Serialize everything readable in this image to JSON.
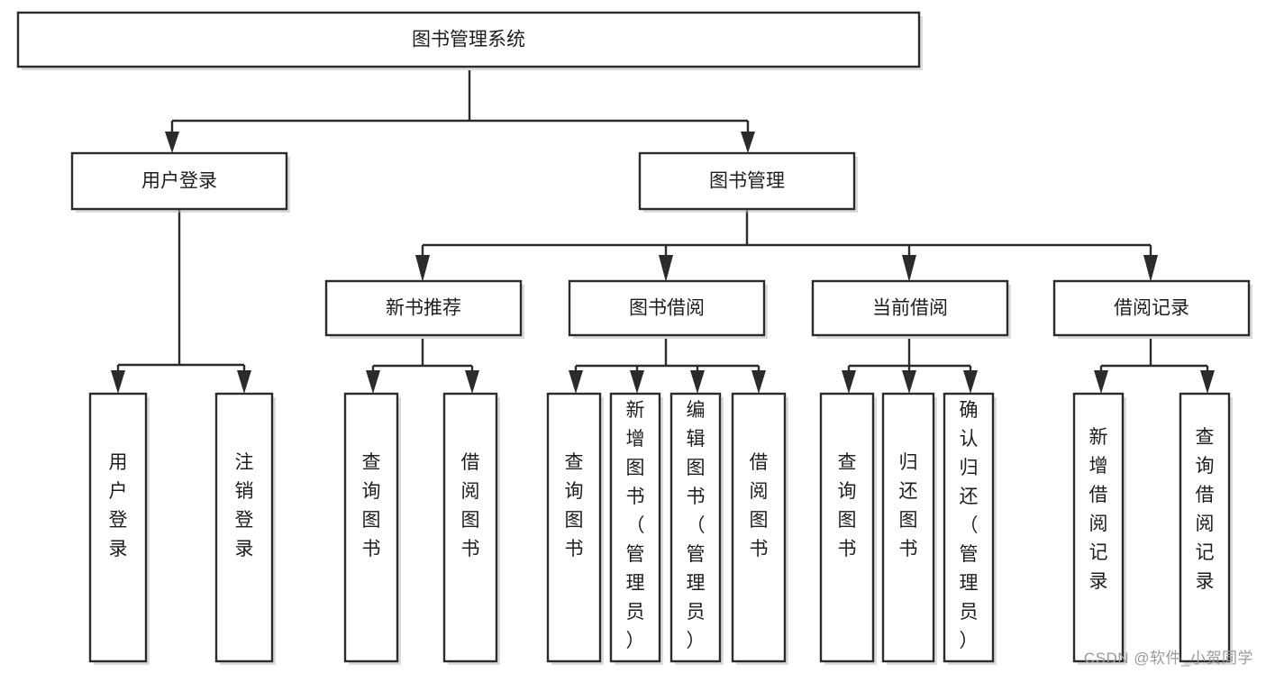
{
  "diagram": {
    "title": "图书管理系统",
    "type": "tree",
    "orientation": "top-down",
    "watermark": "CSDN @软件_小贺同学",
    "colors": {
      "box_stroke": "#2b2b2b",
      "box_fill": "#ffffff",
      "edge": "#2b2b2b",
      "background": "#ffffff",
      "watermark": "#9a9a9a"
    },
    "levels": [
      {
        "level": 1,
        "nodes": [
          {
            "id": "root",
            "label": "图书管理系统",
            "orientation": "horizontal"
          }
        ]
      },
      {
        "level": 2,
        "nodes": [
          {
            "id": "login",
            "label": "用户登录",
            "parent": "root",
            "orientation": "horizontal"
          },
          {
            "id": "bookmgmt",
            "label": "图书管理",
            "parent": "root",
            "orientation": "horizontal"
          }
        ]
      },
      {
        "level": 3,
        "nodes": [
          {
            "id": "newbook",
            "label": "新书推荐",
            "parent": "bookmgmt",
            "orientation": "horizontal"
          },
          {
            "id": "borrow",
            "label": "图书借阅",
            "parent": "bookmgmt",
            "orientation": "horizontal"
          },
          {
            "id": "current",
            "label": "当前借阅",
            "parent": "bookmgmt",
            "orientation": "horizontal"
          },
          {
            "id": "records",
            "label": "借阅记录",
            "parent": "bookmgmt",
            "orientation": "horizontal"
          }
        ]
      },
      {
        "level": 4,
        "nodes": [
          {
            "id": "leaf-user-login",
            "label": "用户登录",
            "parent": "login",
            "orientation": "vertical"
          },
          {
            "id": "leaf-user-logout",
            "label": "注销登录",
            "parent": "login",
            "orientation": "vertical"
          },
          {
            "id": "leaf-new-query",
            "label": "查询图书",
            "parent": "newbook",
            "orientation": "vertical"
          },
          {
            "id": "leaf-new-borrow",
            "label": "借阅图书",
            "parent": "newbook",
            "orientation": "vertical"
          },
          {
            "id": "leaf-borrow-query",
            "label": "查询图书",
            "parent": "borrow",
            "orientation": "vertical"
          },
          {
            "id": "leaf-borrow-add",
            "label": "新增图书（管理员）",
            "parent": "borrow",
            "orientation": "vertical"
          },
          {
            "id": "leaf-borrow-edit",
            "label": "编辑图书（管理员）",
            "parent": "borrow",
            "orientation": "vertical"
          },
          {
            "id": "leaf-borrow-borrow",
            "label": "借阅图书",
            "parent": "borrow",
            "orientation": "vertical"
          },
          {
            "id": "leaf-cur-query",
            "label": "查询图书",
            "parent": "current",
            "orientation": "vertical"
          },
          {
            "id": "leaf-cur-return",
            "label": "归还图书",
            "parent": "current",
            "orientation": "vertical"
          },
          {
            "id": "leaf-cur-confirm",
            "label": "确认归还（管理员）",
            "parent": "current",
            "orientation": "vertical"
          },
          {
            "id": "leaf-rec-add",
            "label": "新增借阅记录",
            "parent": "records",
            "orientation": "vertical"
          },
          {
            "id": "leaf-rec-query",
            "label": "查询借阅记录",
            "parent": "records",
            "orientation": "vertical"
          }
        ]
      }
    ]
  },
  "labels": {
    "root": "图书管理系统",
    "login": "用户登录",
    "bookmgmt": "图书管理",
    "newbook": "新书推荐",
    "borrow": "图书借阅",
    "current": "当前借阅",
    "records": "借阅记录",
    "leaf_user_login": "用户登录",
    "leaf_user_logout": "注销登录",
    "leaf_new_query": "查询图书",
    "leaf_new_borrow": "借阅图书",
    "leaf_borrow_query": "查询图书",
    "leaf_borrow_add": "新增图书（管理员）",
    "leaf_borrow_edit": "编辑图书（管理员）",
    "leaf_borrow_borrow": "借阅图书",
    "leaf_cur_query": "查询图书",
    "leaf_cur_return": "归还图书",
    "leaf_cur_confirm": "确认归还（管理员）",
    "leaf_rec_add": "新增借阅记录",
    "leaf_rec_query": "查询借阅记录",
    "watermark": "CSDN @软件_小贺同学"
  }
}
